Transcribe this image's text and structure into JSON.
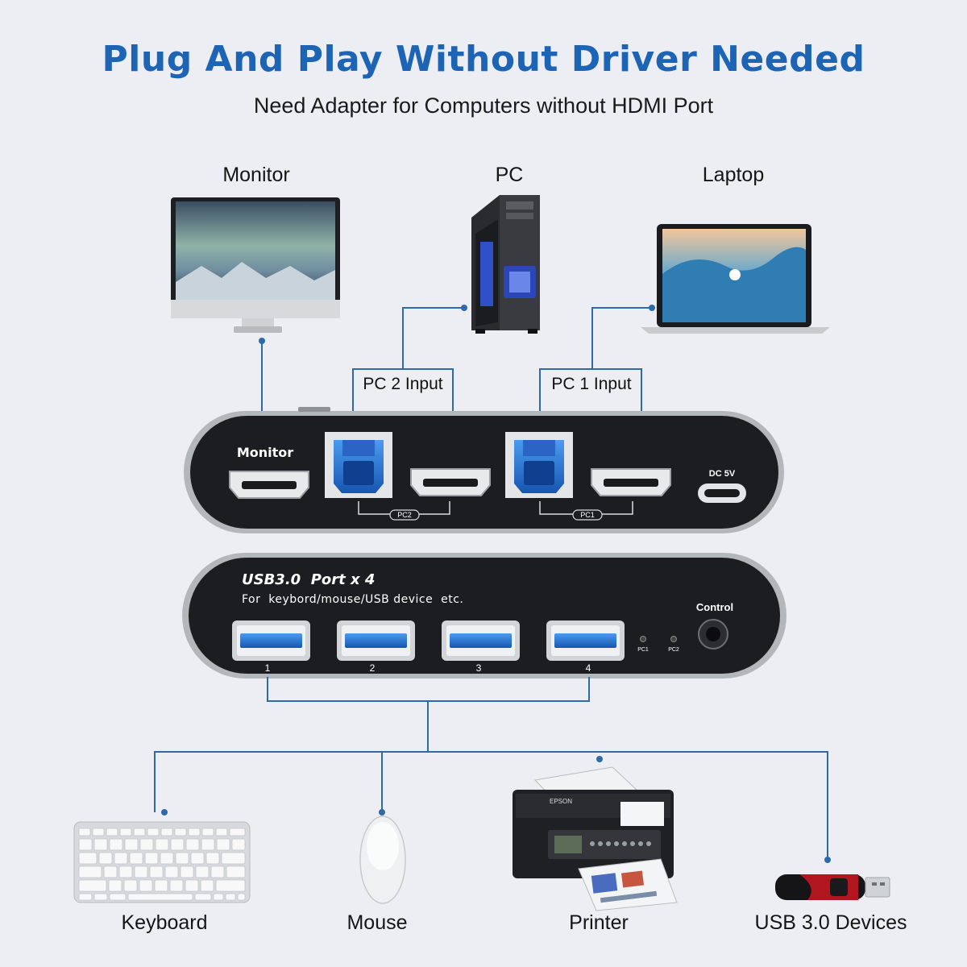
{
  "header": {
    "title": "Plug And Play Without Driver Needed",
    "subtitle": "Need Adapter for Computers without HDMI Port"
  },
  "devices_top": {
    "monitor": "Monitor",
    "pc": "PC",
    "laptop": "Laptop"
  },
  "inputs": {
    "pc2": "PC 2 Input",
    "pc1": "PC 1 Input"
  },
  "front_panel": {
    "monitor_label": "Monitor",
    "pc2_tag": "PC2",
    "pc1_tag": "PC1",
    "dc_label": "DC 5V"
  },
  "back_panel": {
    "usb_title": "USB3.0  Port x 4",
    "usb_desc": "For  keybord/mouse/USB device  etc.",
    "control_label": "Control",
    "led_pc1": "PC1",
    "led_pc2": "PC2",
    "ports": [
      "1",
      "2",
      "3",
      "4"
    ]
  },
  "devices_bottom": {
    "keyboard": "Keyboard",
    "mouse": "Mouse",
    "printer": "Printer",
    "usb": "USB 3.0 Devices",
    "printer_brand": "EPSON"
  },
  "colors": {
    "accent": "#1e64b4",
    "wire": "#2e6aa8",
    "background": "#eceef3",
    "panel": "#1c1d20",
    "usb_blue": "#1f6fd0"
  }
}
